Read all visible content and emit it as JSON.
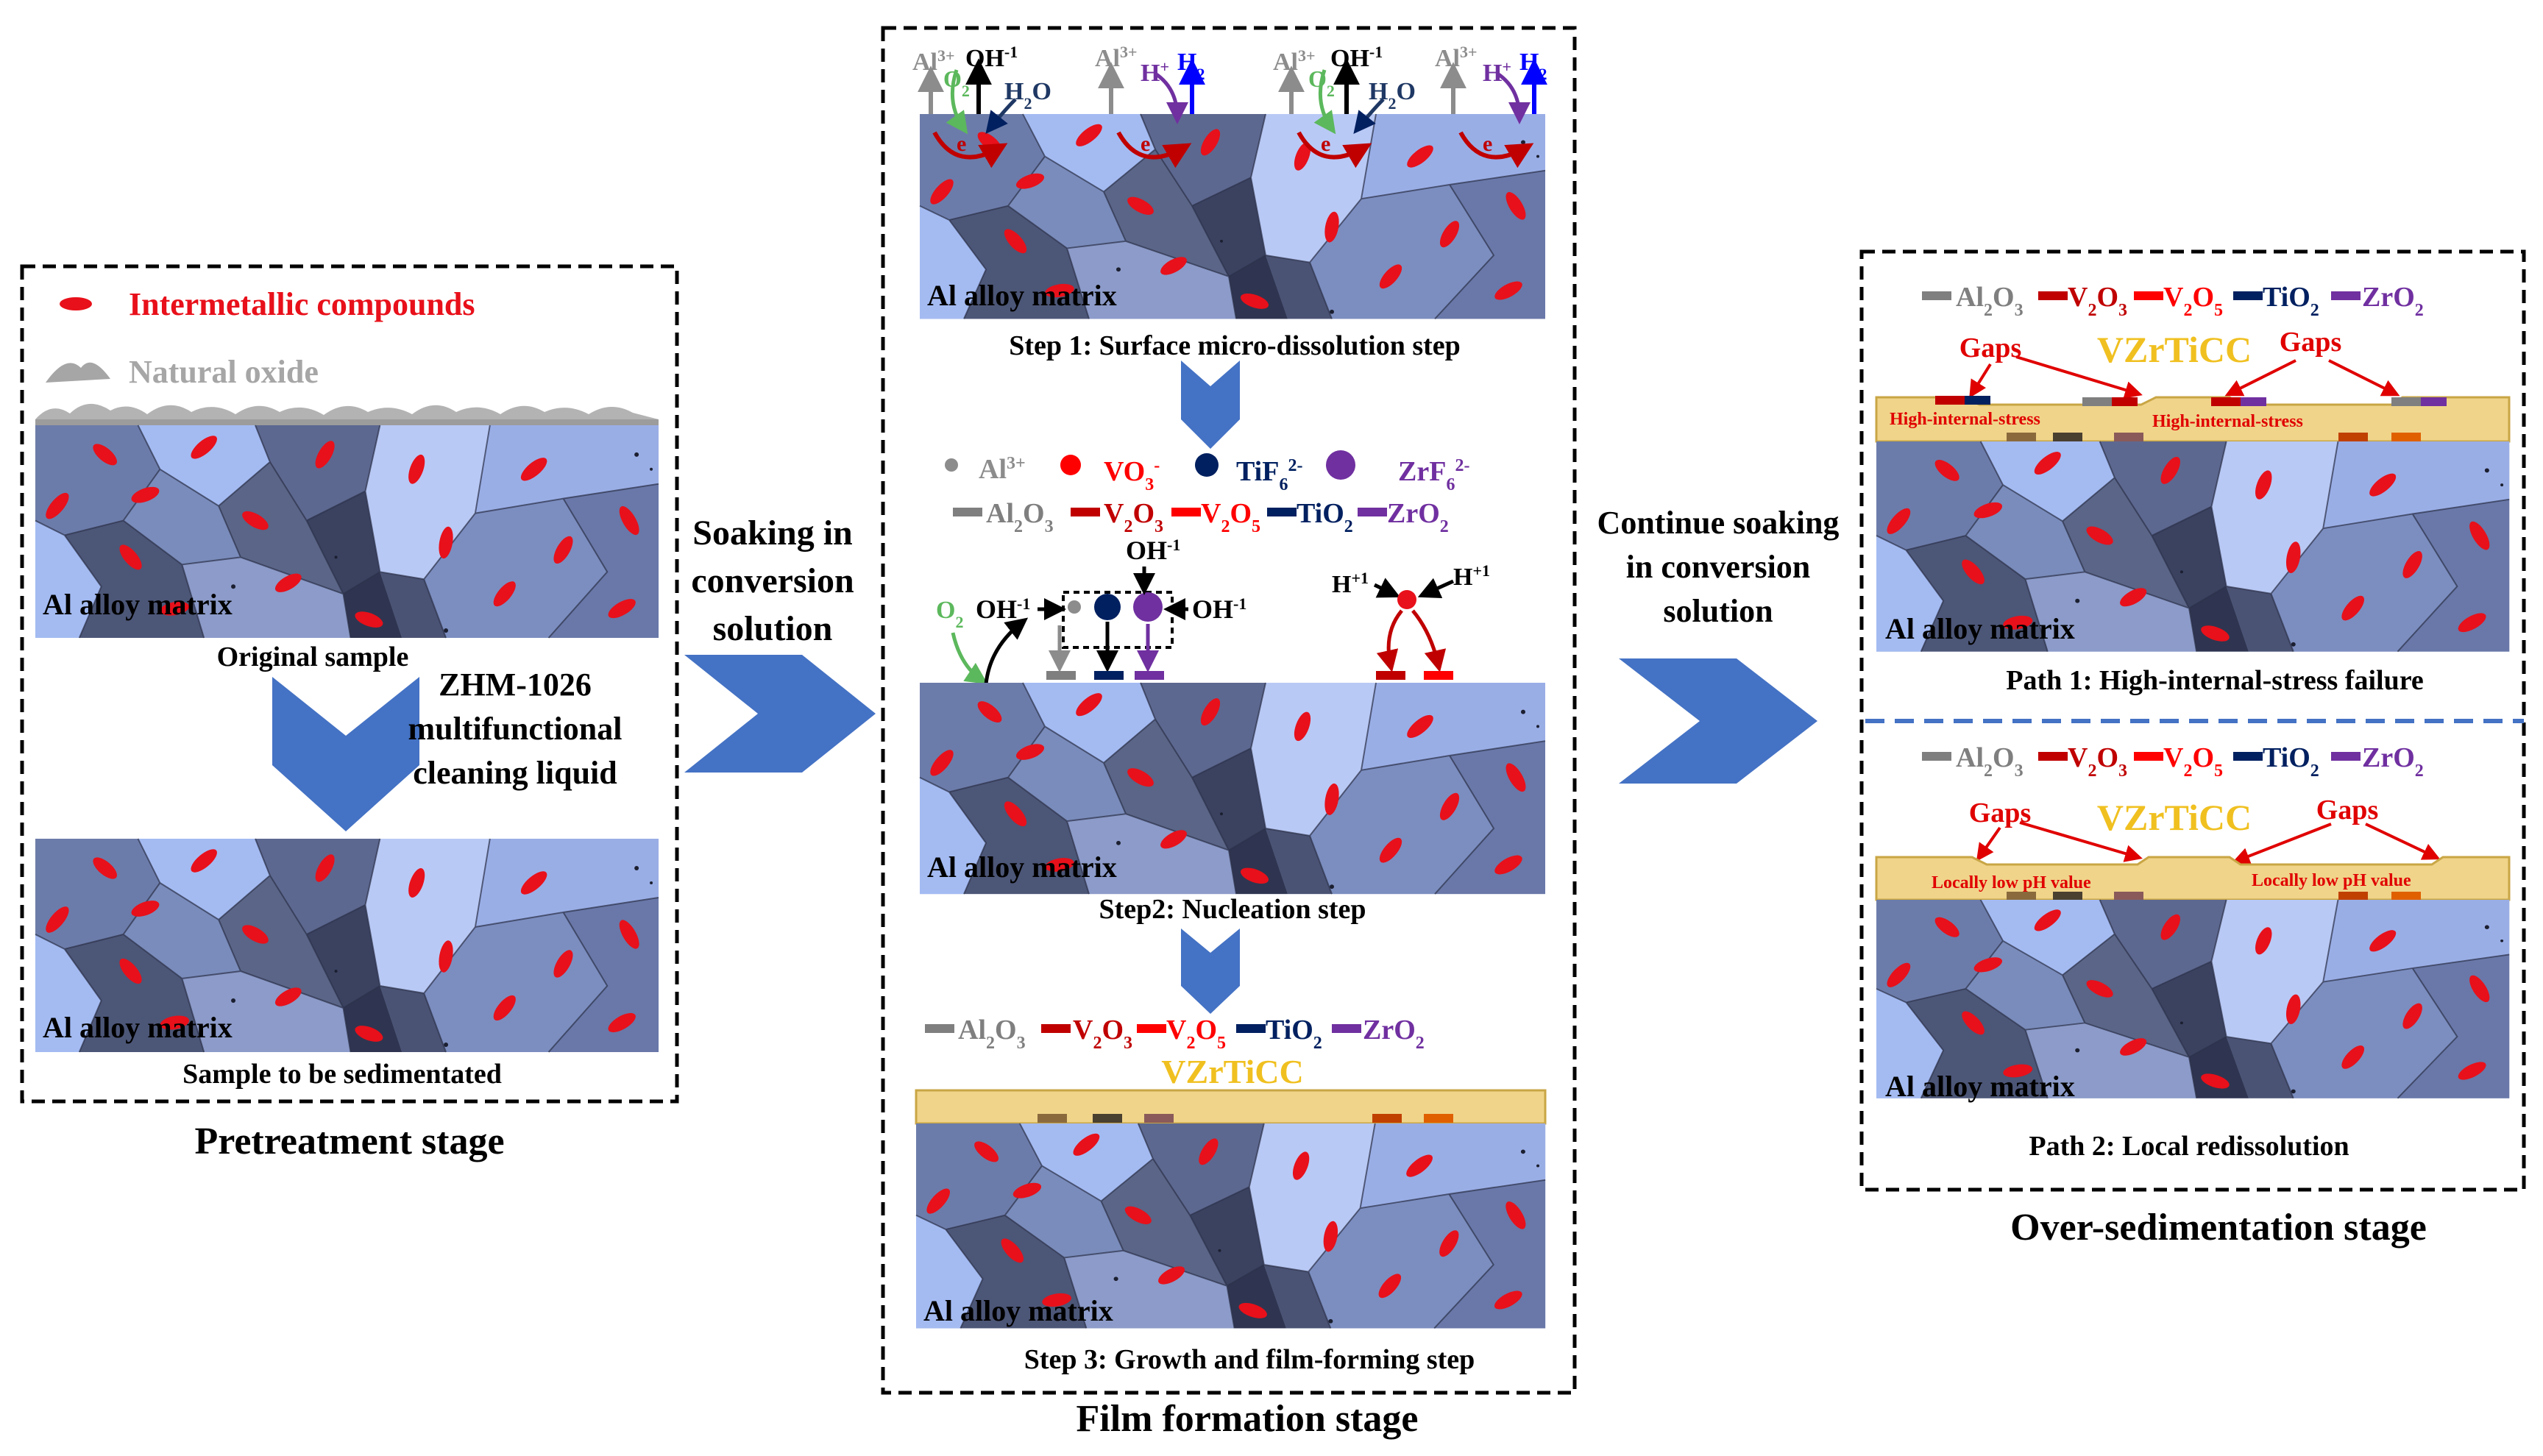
{
  "colors": {
    "matrix_light": "#a4bbf2",
    "matrix_mid": "#7a8cbb",
    "matrix_dark": "#4c5677",
    "matrix_darker": "#3a4260",
    "intermetallic": "#e8101a",
    "oxide": "#a6a6a6",
    "film": "#f0d48a",
    "film_border": "#c9a645",
    "arrow_blue": "#4472c4",
    "al2o3": "#7f7f7f",
    "v2o3": "#c00000",
    "v2o5": "#ff0000",
    "tio2": "#002060",
    "zro2": "#7030a0",
    "vzrticc_label": "#f0c020",
    "o2_green": "#5cb85c",
    "h2_blue": "#0000ff",
    "h_purple": "#7030a0",
    "water_navy": "#1f3864",
    "gaps_red": "#e00000",
    "dashed_sep": "#4472c4"
  },
  "pretreatment": {
    "stage_label": "Pretreatment stage",
    "legend_intermetallic": "Intermetallic compounds",
    "legend_oxide": "Natural oxide",
    "matrix_label": "Al alloy matrix",
    "original_caption": "Original sample",
    "cleaning_line1": "ZHM-1026",
    "cleaning_line2": "multifunctional",
    "cleaning_line3": "cleaning liquid",
    "sample_caption": "Sample to be sedimentated"
  },
  "transition1": {
    "line1": "Soaking in",
    "line2": "conversion",
    "line3": "solution"
  },
  "film_formation": {
    "stage_label": "Film formation stage",
    "matrix_label": "Al alloy matrix",
    "step1_caption": "Step 1: Surface micro-dissolution step",
    "step2_caption": "Step2: Nucleation step",
    "step3_caption": "Step 3: Growth and film-forming step",
    "film_label": "VZrTiCC",
    "ion_legend": {
      "al": "Al",
      "al_sup": "3+",
      "vo": "VO",
      "vo_sub": "3",
      "vo_sup": "-",
      "tif": "TiF",
      "tif_sub": "6",
      "tif_sup": "2-",
      "zrf": "ZrF",
      "zrf_sub": "6",
      "zrf_sup": "2-"
    },
    "step1_species": {
      "al": "Al",
      "al_sup": "3+",
      "oh": "OH",
      "oh_sup": "-1",
      "h2o_h": "H",
      "h2o_sub": "2",
      "h2o_o": "O",
      "o2": "O",
      "o2_sub": "2",
      "h": "H",
      "h_sup": "+",
      "h2": "H",
      "h2_sub": "2",
      "electron": "e"
    },
    "step2_species": {
      "o2": "O",
      "o2_sub": "2",
      "oh": "OH",
      "oh_sup": "-1",
      "h": "H",
      "h_sup": "+1"
    }
  },
  "oxide_legend": {
    "al2o3_a": "Al",
    "al2o3_sub1": "2",
    "al2o3_b": "O",
    "al2o3_sub2": "3",
    "v2o3_a": "V",
    "v2o3_sub1": "2",
    "v2o3_b": "O",
    "v2o3_sub2": "3",
    "v2o5_a": "V",
    "v2o5_sub1": "2",
    "v2o5_b": "O",
    "v2o5_sub2": "5",
    "tio2_a": "TiO",
    "tio2_sub": "2",
    "zro2_a": "ZrO",
    "zro2_sub": "2"
  },
  "transition2": {
    "line1": "Continue soaking",
    "line2": "in conversion",
    "line3": "solution"
  },
  "over_sedimentation": {
    "stage_label": "Over-sedimentation stage",
    "matrix_label": "Al alloy matrix",
    "film_label": "VZrTiCC",
    "gaps": "Gaps",
    "high_stress": "High-internal-stress",
    "low_ph": "Locally low pH value",
    "path1_caption": "Path 1: High-internal-stress failure",
    "path2_caption": "Path 2: Local redissolution"
  }
}
